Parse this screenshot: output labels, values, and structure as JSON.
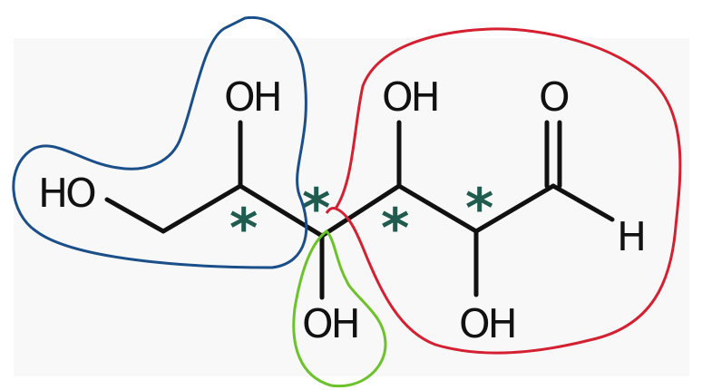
{
  "molecule": {
    "groups": {
      "c6_ho": "HO",
      "c5_oh": "OH",
      "c4_oh": "OH",
      "c3_oh": "OH",
      "c2_oh": "OH",
      "c1_o": "O",
      "c1_h": "H"
    },
    "stereocenter_mark": "*"
  },
  "colors": {
    "bond": "#111111",
    "stereocenter": "#1f5c4f",
    "blue_circle": "#1a4f8a",
    "red_circle": "#d42030",
    "green_circle": "#6cc22a",
    "panel_bg": "#f8f8f8"
  }
}
